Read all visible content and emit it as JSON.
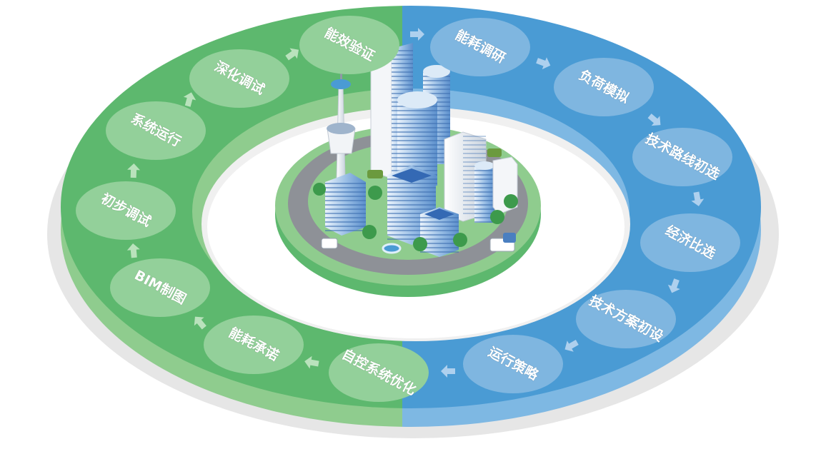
{
  "colors": {
    "green_ring": "#5db86e",
    "green_ring_dark": "#4aa55c",
    "green_inner": "#8fcc8e",
    "blue_ring": "#4a9bd4",
    "blue_ring_dark": "#3a87c1",
    "blue_inner": "#7eb8e3",
    "node_green": "#93d09a",
    "node_blue": "#7fb6e0",
    "shadow": "#e6e6e6",
    "arrow_green": "#b9e2bc",
    "arrow_blue": "#aed0ee"
  },
  "stages_green": [
    {
      "id": "energy-verify",
      "label": "能效验证"
    },
    {
      "id": "deep-debug",
      "label": "深化调试"
    },
    {
      "id": "system-run",
      "label": "系统运行"
    },
    {
      "id": "initial-debug",
      "label": "初步调试"
    },
    {
      "id": "bim-drawing",
      "label": "BIM制图"
    },
    {
      "id": "energy-commit",
      "label": "能耗承诺"
    },
    {
      "id": "control-optimize",
      "label": "自控系统优化"
    }
  ],
  "stages_blue": [
    {
      "id": "energy-survey",
      "label": "能耗调研"
    },
    {
      "id": "load-simulation",
      "label": "负荷模拟"
    },
    {
      "id": "route-selection",
      "label": "技术路线初选"
    },
    {
      "id": "economic-compare",
      "label": "经济比选"
    },
    {
      "id": "scheme-design",
      "label": "技术方案初设"
    },
    {
      "id": "operation-strategy",
      "label": "运行策略"
    }
  ],
  "center_icon": "smart-city-icon"
}
